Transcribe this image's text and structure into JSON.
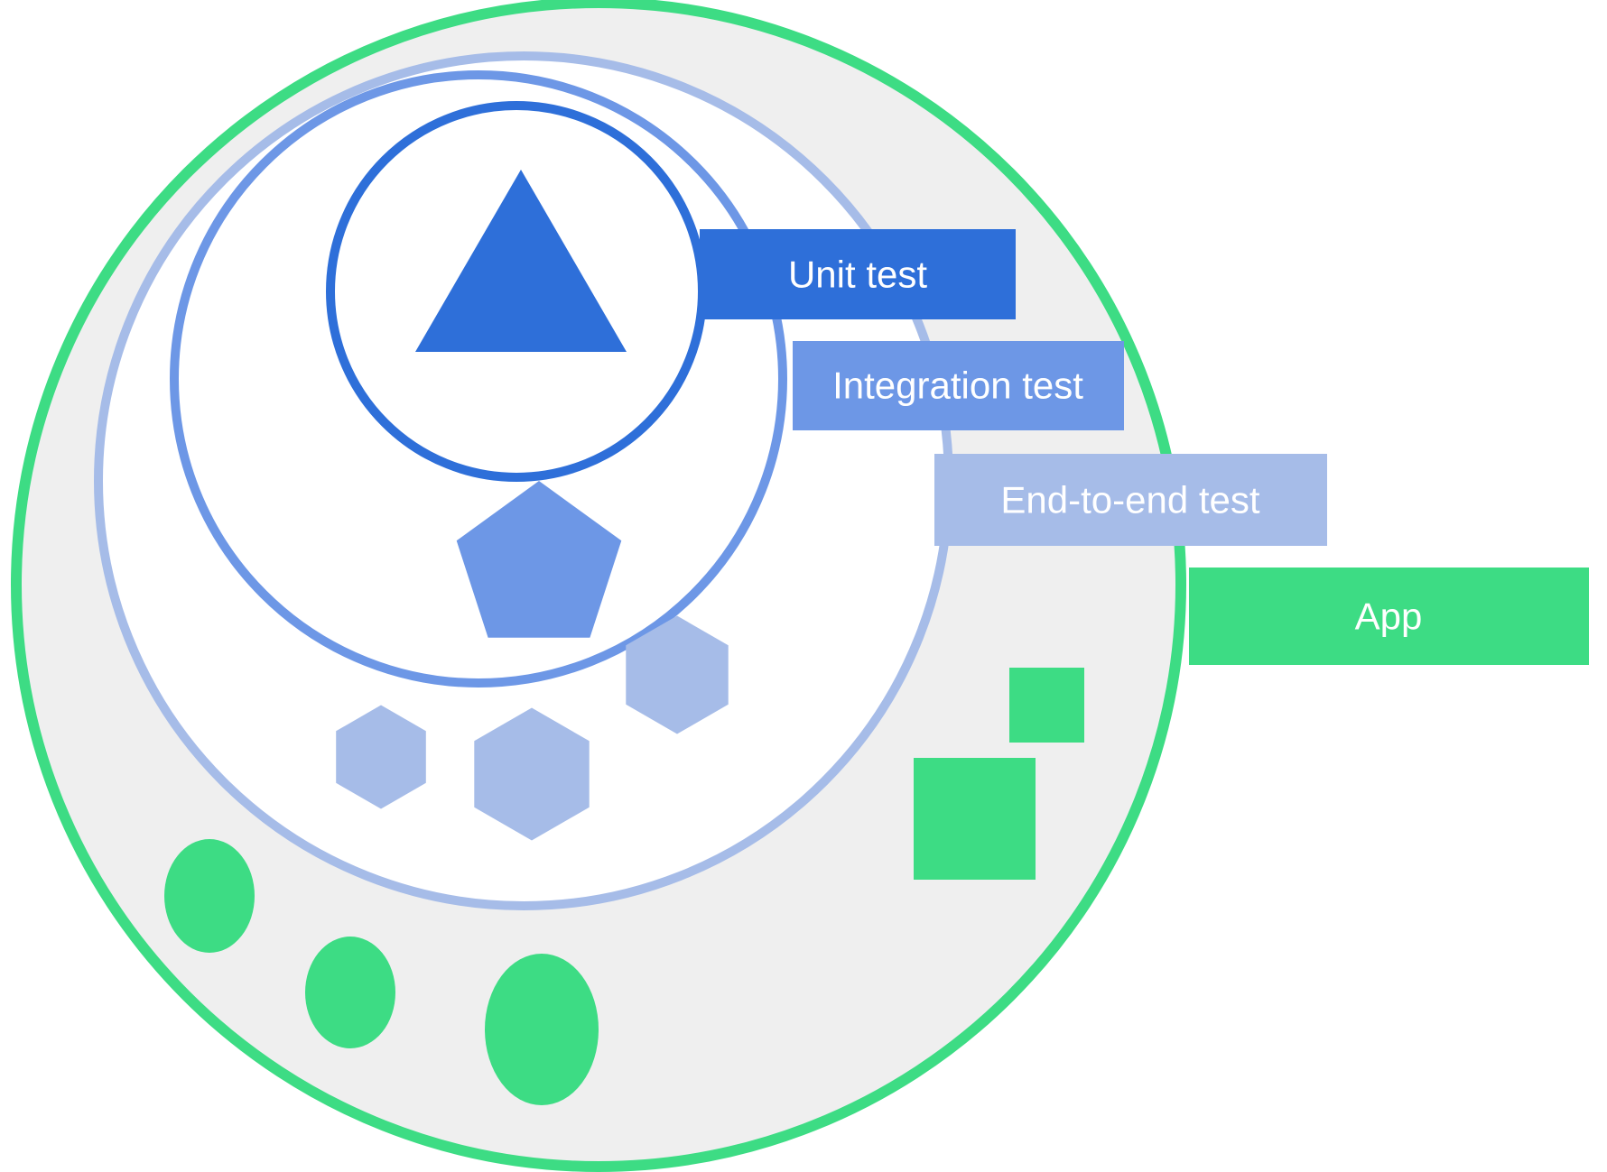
{
  "diagram": {
    "type": "nested-rings-testing-scope",
    "background_color": "#ffffff",
    "outer_ring_fill": "#efefef",
    "inner_fill": "#ffffff",
    "rings": [
      {
        "id": "unit",
        "label": "Unit test",
        "color": "#2e6fd9"
      },
      {
        "id": "integration",
        "label": "Integration test",
        "color": "#6d97e6"
      },
      {
        "id": "e2e",
        "label": "End-to-end test",
        "color": "#a6bce8"
      },
      {
        "id": "app",
        "label": "App",
        "color": "#3ddc84"
      }
    ],
    "shapes": {
      "unit_band": [
        "triangle"
      ],
      "integration_band": [
        "pentagon"
      ],
      "e2e_band": [
        "hexagon-small",
        "hexagon-medium",
        "hexagon-large"
      ],
      "app_band": [
        "square-small",
        "square-large",
        "dot-small",
        "dot-medium",
        "dot-large"
      ]
    }
  }
}
